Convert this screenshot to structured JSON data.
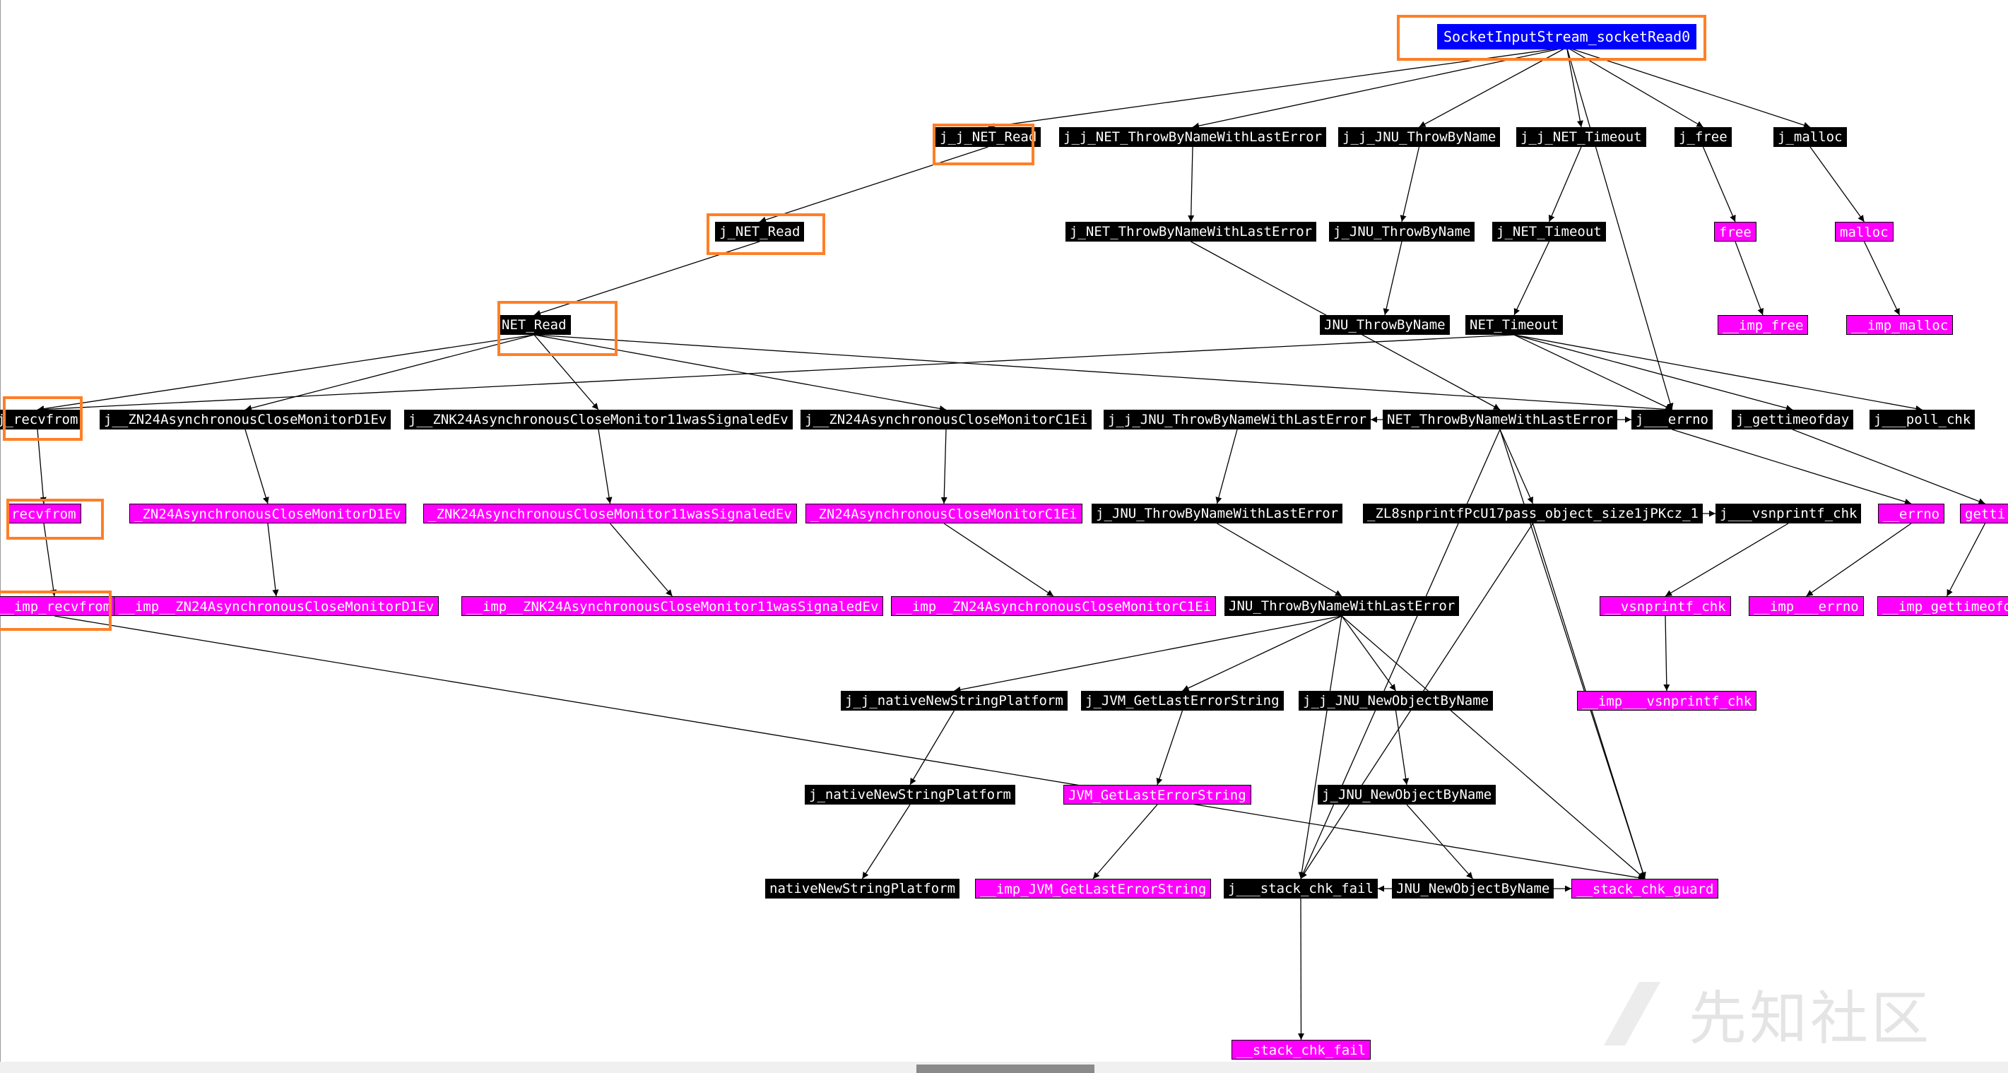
{
  "graph": {
    "root": "SocketInputStream_socketRead0",
    "nodes": {
      "root": "SocketInputStream_socketRead0",
      "jjNETRead": "j_j_NET_Read",
      "jjNETThrowLast": "j_j_NET_ThrowByNameWithLastError",
      "jjJNUThrow": "j_j_JNU_ThrowByName",
      "jjNETTimeout": "j_j_NET_Timeout",
      "jfree": "j_free",
      "jmalloc": "j_malloc",
      "jNETRead": "j_NET_Read",
      "jNETThrowLast": "j_NET_ThrowByNameWithLastError",
      "jJNUThrow": "j_JNU_ThrowByName",
      "jNETTimeout": "j_NET_Timeout",
      "free": "free",
      "malloc": "malloc",
      "NETRead": "NET_Read",
      "JNUThrow": "JNU_ThrowByName",
      "NETTimeout": "NET_Timeout",
      "impfree": "__imp_free",
      "impmalloc": "__imp_malloc",
      "jrecvfrom": "j_recvfrom",
      "jD1": "j__ZN24AsynchronousCloseMonitorD1Ev",
      "jWas": "j__ZNK24AsynchronousCloseMonitor11wasSignaledEv",
      "jC1": "j__ZN24AsynchronousCloseMonitorC1Ei",
      "jjJNUThrowLast": "j_j_JNU_ThrowByNameWithLastError",
      "NETThrowLast": "NET_ThrowByNameWithLastError",
      "jerrno": "j___errno",
      "jgettime": "j_gettimeofday",
      "jpoll": "j___poll_chk",
      "recvfrom": "recvfrom",
      "D1": "_ZN24AsynchronousCloseMonitorD1Ev",
      "Was": "_ZNK24AsynchronousCloseMonitor11wasSignaledEv",
      "C1": "_ZN24AsynchronousCloseMonitorC1Ei",
      "jJNUThrowLast": "j_JNU_ThrowByNameWithLastError",
      "ZL8": "_ZL8snprintfPcU17pass_object_size1jPKcz_1",
      "jvsn": "j___vsnprintf_chk",
      "errno": "__errno",
      "getti": "getti",
      "imprecvfrom": "__imp_recvfrom",
      "impD1": "__imp__ZN24AsynchronousCloseMonitorD1Ev",
      "impWas": "__imp__ZNK24AsynchronousCloseMonitor11wasSignaledEv",
      "impC1": "__imp__ZN24AsynchronousCloseMonitorC1Ei",
      "JNUThrowLast": "JNU_ThrowByNameWithLastError",
      "vsn": "__vsnprintf_chk",
      "imperrno": "__imp___errno",
      "impgettime": "__imp_gettimeofd",
      "impvsn": "__imp___vsnprintf_chk",
      "jjnative": "j_j_nativeNewStringPlatform",
      "jJVMGet": "j_JVM_GetLastErrorString",
      "jjJNUNew": "j_j_JNU_NewObjectByName",
      "jnative": "j_nativeNewStringPlatform",
      "JVMGet": "JVM_GetLastErrorString",
      "jJNUNew": "j_JNU_NewObjectByName",
      "native": "nativeNewStringPlatform",
      "impJVMGet": "__imp_JVM_GetLastErrorString",
      "jstack": "j___stack_chk_fail",
      "JNUNew": "JNU_NewObjectByName",
      "guard": "__stack_chk_guard",
      "stackfail": "__stack_chk_fail"
    }
  },
  "watermark": "先知社区",
  "colors": {
    "function_node": "#000000",
    "import_node": "#ff00ff",
    "root_node": "#0000ff",
    "highlight": "#ff7f27"
  }
}
